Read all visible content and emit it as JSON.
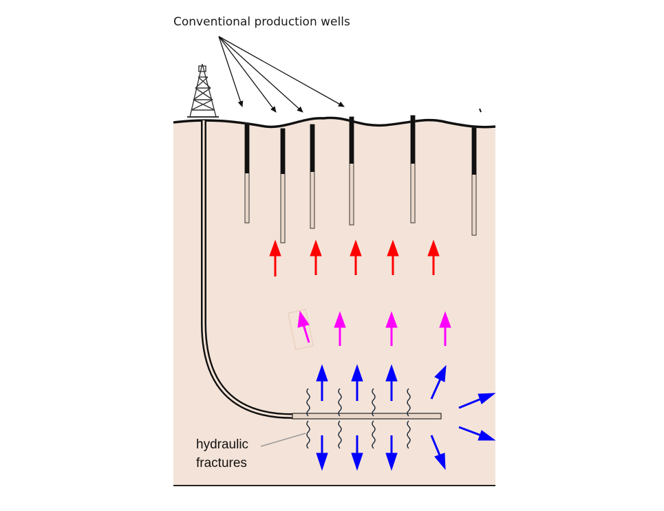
{
  "labels": {
    "conventional_wells": "Conventional production wells",
    "hydraulic_line1": "hydraulic",
    "hydraulic_line2": "fractures"
  },
  "colors": {
    "ground": "#f4e3d8",
    "surface_line": "#111111",
    "up_arrows_top": "#ff0000",
    "up_arrows_mid": "#ff00ff",
    "fracture_arrows": "#0000ff",
    "casing": "#111111",
    "open_hole": "#e9d7c9"
  },
  "icons": {
    "rig": "drilling-derrick-icon"
  }
}
